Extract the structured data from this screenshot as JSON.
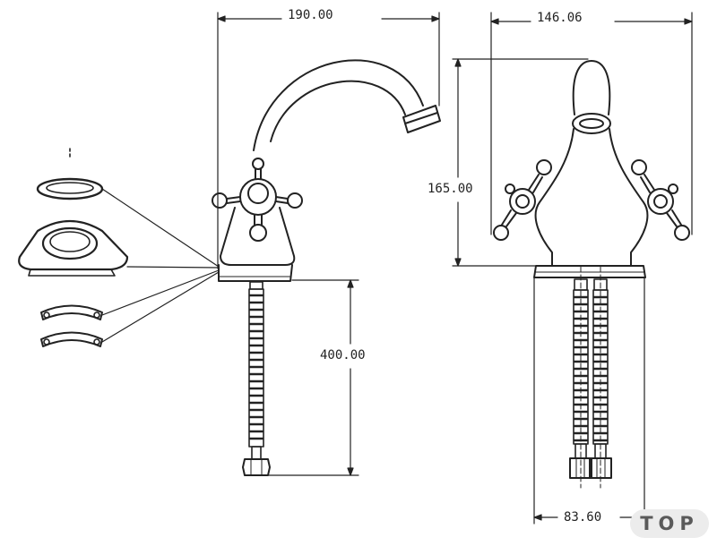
{
  "dimensions": {
    "width": "190.00",
    "depth": "146.06",
    "height": "165.00",
    "hose_length": "400.00",
    "hose_spacing": "83.60"
  },
  "scroll_button": {
    "label": "TOP"
  }
}
